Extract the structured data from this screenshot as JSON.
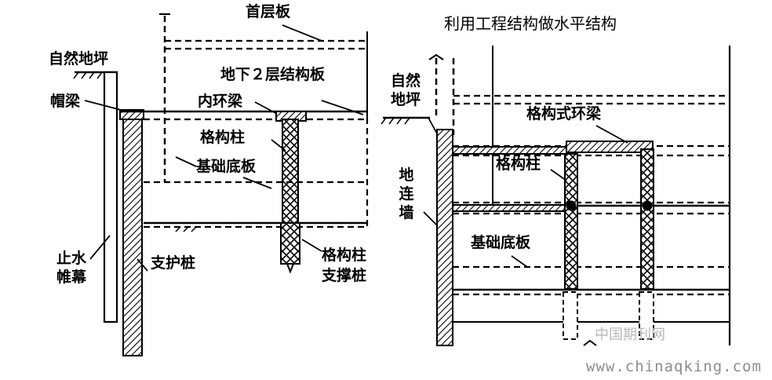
{
  "left": {
    "labels": {
      "top_slab": "首层板",
      "ground": "自然地坪",
      "level2_slab": "地下２层结构板",
      "cap_beam": "帽梁",
      "inner_ring_beam": "内环梁",
      "lattice_column": "格构柱",
      "base_slab": "基础底板",
      "waterproof_curtain": "止水\n帷幕",
      "support_pile": "支护桩",
      "lattice_pile_1": "格构柱",
      "lattice_pile_2": "支撑桩"
    }
  },
  "right": {
    "title": "利用工程结构做水平结构",
    "labels": {
      "ground": "自然\n地坪",
      "lattice_ring_beam": "格构式环梁",
      "lattice_column": "格构柱",
      "diaphragm_wall": "地\n连\n墙",
      "base_slab": "基础底板"
    }
  },
  "watermark": {
    "cn": "中国期刊网",
    "url": "www.chinaqking.com"
  }
}
